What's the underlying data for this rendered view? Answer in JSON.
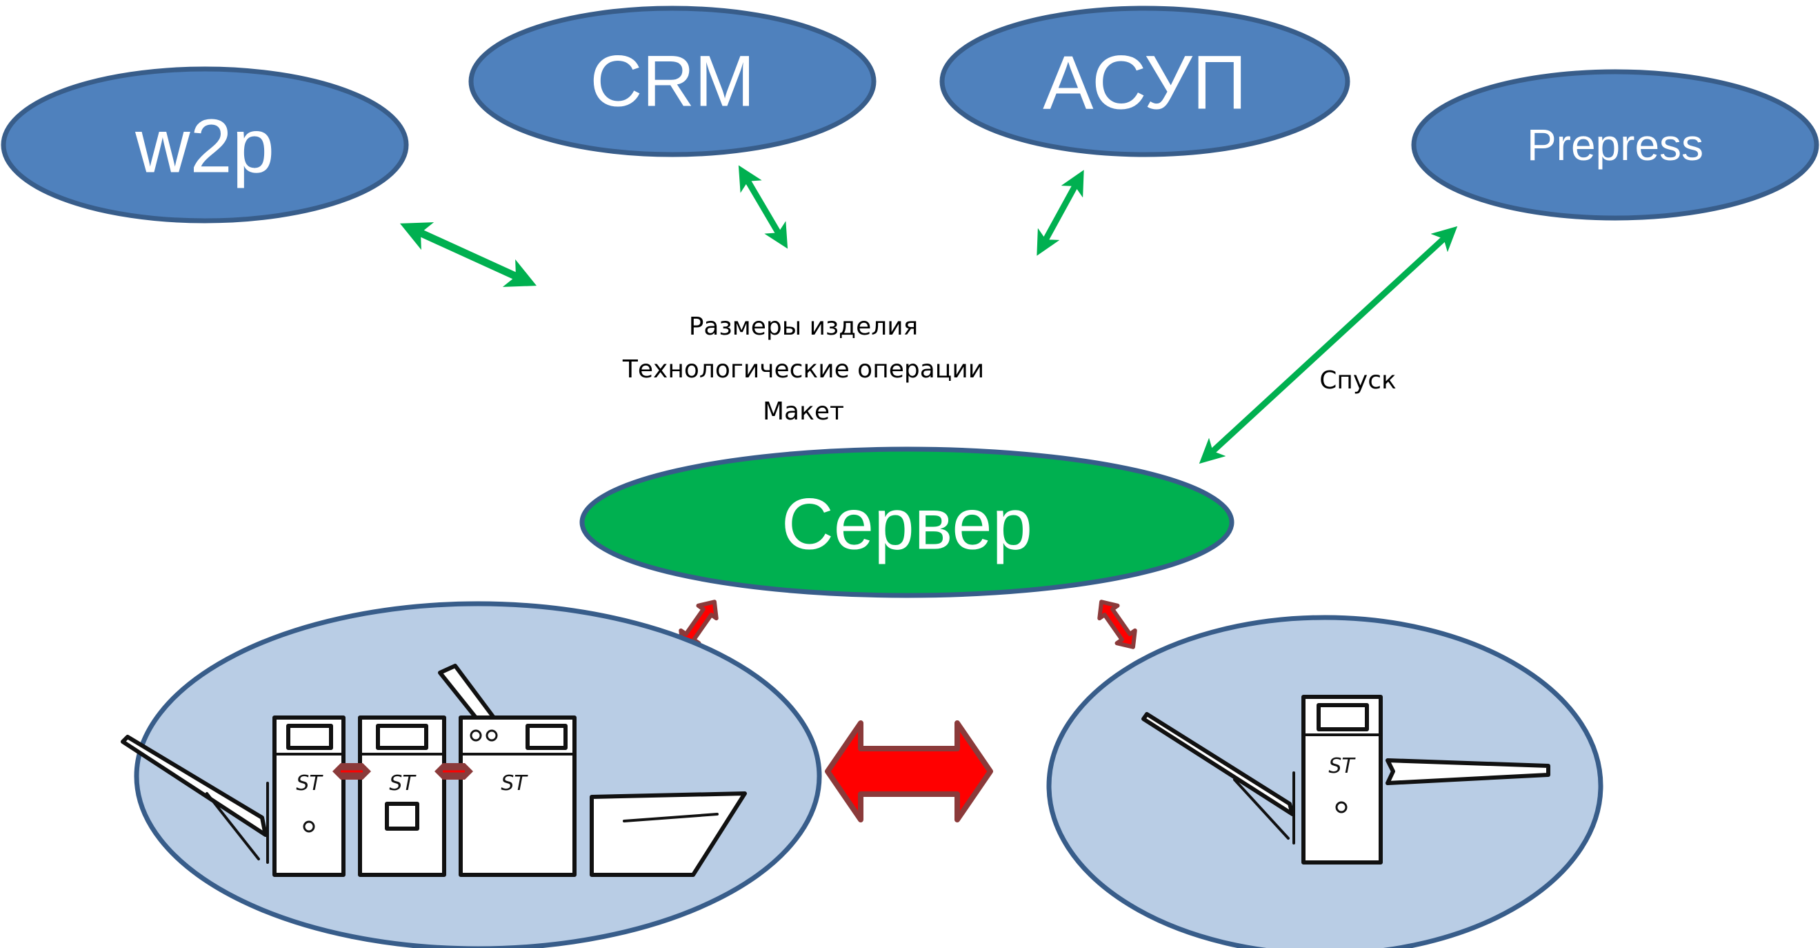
{
  "colors": {
    "node_fill": "#4f81bd",
    "node_stroke": "#385d8a",
    "server_fill": "#00b050",
    "group_fill": "#b9cde5",
    "green_arrow": "#00b050",
    "red_arrow_fill": "#ff0000",
    "red_arrow_stroke": "#8b3a3a"
  },
  "nodes": {
    "w2p": "w2p",
    "crm": "CRM",
    "asup": "АСУП",
    "prepress": "Prepress",
    "server": "Сервер"
  },
  "info_lines": [
    "Размеры изделия",
    "Технологические операции",
    "Макет"
  ],
  "prepress_link_label": "Спуск",
  "machine_label": "ST"
}
